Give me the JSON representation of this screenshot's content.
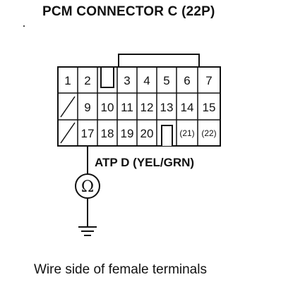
{
  "title": "PCM CONNECTOR C (22P)",
  "caption": "Wire side of female terminals",
  "connector": {
    "rows": [
      [
        "1",
        "2",
        "",
        "3",
        "4",
        "5",
        "6",
        "7"
      ],
      [
        "",
        "9",
        "10",
        "11",
        "12",
        "13",
        "14",
        "15"
      ],
      [
        "",
        "17",
        "18",
        "19",
        "20",
        "",
        "(21)",
        "(22)"
      ]
    ],
    "highlighted_terminal": "17"
  },
  "wire": {
    "label": "ATP D (YEL/GRN)"
  },
  "meter_symbol": "Ω"
}
